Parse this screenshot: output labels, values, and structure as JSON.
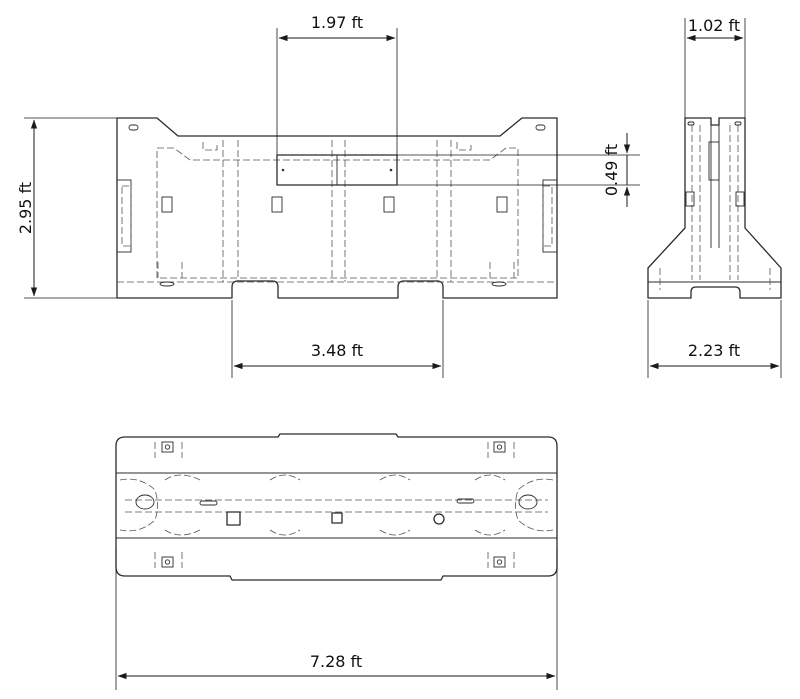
{
  "dimensions": {
    "top_width": "1.97 ft",
    "side_width": "1.02 ft",
    "height": "2.95 ft",
    "panel_height": "0.49 ft",
    "opening": "3.48 ft",
    "base_depth": "2.23 ft",
    "total_length": "7.28 ft"
  }
}
